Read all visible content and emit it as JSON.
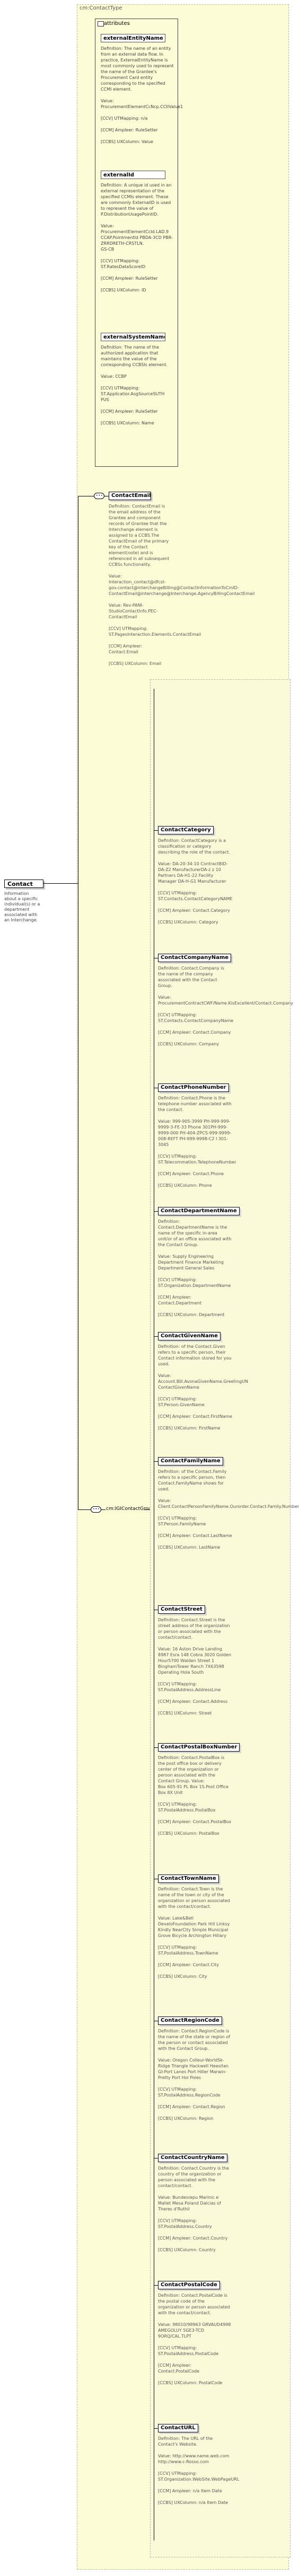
{
  "root": {
    "name": "Contact",
    "description": "Information about a specific individual(s) or a department associated with an Interchange."
  },
  "type": {
    "title": "cm:ContactType"
  },
  "attributes": {
    "title": "attributes",
    "items": [
      {
        "name": "externalEntityName",
        "description": "Definition: The name of an entity from an external data flow. In practice, ExternalEntityName is most commonly used to represent the name of the Grantee's Procurement Card entity corresponding to the specified CCMI element.\n\nValue: ProcurementElementCcNcp.CCIIValue1\n\n[CCV] UTMapping: n/a\n\n[CCM] Ampleer: RuleSetter\n\n[CCBS] UXColumn: Value"
      },
      {
        "name": "externalId",
        "description": "Definition: A unique id used in an external representation of the specified CCMIs element. These are commonly ExternalID is used to represent the value of P.DistributionUsagePointID.\n\nValue: ProcurementElementCcId.LAD.9\nCCAP.PointmentId PBDA-3CD PBR-ZRRDRETH-CRSTLN.\nGS-CB\n\n[CCV] UTMapping: ST.RatesDataScoreID\n\n[CCM] Ampleer: RuleSetter\n\n[CCBS] UXColumn: ID"
      },
      {
        "name": "externalSystemName",
        "description": "Definition: The name of the authorized application that maintains the value of the corresponding CCBSIs element.\n\nValue: CCBP\n\n[CCV] UTMapping: ST.Applicatior.AsgSourceSUTH\nPUS\n\n[CCM] Ampleer: RuleSetter\n\n[CCBS] UXColumn: Name"
      }
    ]
  },
  "elements": [
    {
      "name": "ContactEmail",
      "description": "Definition: ContactEmail is the email address of the Grantee and component records of Grantee that the Interchange element is assigned to a CCBS.The ContactEmail of the primary key of the Contact element(note) and is referenced in all subsequent CCBSs functionality.\n\nValue: Interaction_contact@dfcst-gov.contact@interchangeBilling@ContactInformationToCmID-ContactEmail@interchange@Interchange.AgencyBillingContactEmail\n\nValue: Rev-PANI-StudioContactInfo.PEC-ContactEmail\n\n[CCV] UTMapping: ST.PagesInteraction.Elements.ContactEmail\n\n[CCM] Ampleer: Contact.Email\n\n[CCBS] UXColumn: Email"
    },
    {
      "name": "ContactCategory",
      "description": "Definition: ContactCategory is a classification or category describing the role of the contact.\n\nValue: DA-20-34-10 ContractBID-DA-Z2 ManufacturerDA-z z 10 Partners DA-H1-22 Facility Manager DA-H-G1 Manufacturer\n\n[CCV] UTMapping: ST.Contacts.ContactCategoryNAME\n\n[CCM] Ampleer: Contact.Category\n\n[CCBS] UXColumn: Category"
    },
    {
      "name": "ContactCompanyName",
      "description": "Definition: Contact.Company is the name of the company associated with the Contact Group.\n\nValue: ProcurementContractCWF/Name.KisExcellent/Contact.Company\n\n[CCV] UTMapping: ST.Contacts.ContactCompanyName\n\n[CCM] Ampleer: Contact.Company\n\n[CCBS] UXColumn: Company"
    },
    {
      "name": "ContactPhoneNumber",
      "description": "Definition: Contact.Phone is the telephone number associated with the contact.\n\nValue: 999-905-3999 PH-999-999-9999-3-FE-33 Phone 301PH-999-9999-000 PH-404-ZPCS-999-9999-008-REFT PH-999-9998-C2 I 301-3045\n\n[CCV] UTMapping: ST.Telecommation.TelephoneNumber\n\n[CCM] Ampleer: Contact.Phone\n\n[CCBS] UXColumn: Phone"
    },
    {
      "name": "ContactDepartmentName",
      "description": "Definition: Contact.DepartmentName is the name of the specific in-area unit/or of an office associated with the Contact Group.\n\nValue: Supply Engineering Department Finance Marketing Department General Sales\n\n[CCV] UTMapping: ST.Organization.DepartmentName\n\n[CCM] Ampleer: Contact.Department\n\n[CCBS] UXColumn: Department"
    },
    {
      "name": "ContactGivenName",
      "description": "Definition: of the Contact.Given refers to a specific person, their Contact information stored for you used.\n\nValue: Account.Bill.AvonaGivenName.GreetingUN ContactGivenName\n\n[CCV] UTMapping: ST.Person.GivenName\n\n[CCM] Ampleer: Contact.FirstName\n\n[CCBS] UXColumn: FirstName"
    },
    {
      "name": "ContactFamilyName",
      "description": "Definition: of the Contact.Family refers to a specific person, then Contact.FamilyName shows for used.\n\nValue: Client.ContactPersonFamilyName.Ourorder.Contact.Family.Number\n\n[CCV] UTMapping: ST.Person.FamilyName\n\n[CCM] Ampleer: Contact.LastName\n\n[CCBS] UXColumn: LastName"
    },
    {
      "name": "ContactStreet",
      "description": "Definition: Contact.Street is the street address of the organization or person associated with the contact/contact.\n\nValue: 16 Aston Drive Landing 8987 Esra 148 Cobra 3020 Golden Hour5700 Walden Street 1 BinghamTower Ranch 7X63598 Operating Hola South\n\n[CCV] UTMapping: ST.PostalAddress.AddressLine\n\n[CCM] Ampleer: Contact.Address\n\n[CCBS] UXColumn: Street"
    },
    {
      "name": "ContactPostalBoxNumber",
      "description": "Definition: Contact.PostalBox is the post office box or delivery center of the organization or person associated with the Contact Group.      Value:\nBox 605-91 PL Box 1S.Post Office Box 8X Unit\n\n[CCV] UTMapping: ST.PostalAddress.PostalBox\n\n[CCM] Ampleer: Contact.PostalBox\n\n[CCBS] UXColumn: PostalBox"
    },
    {
      "name": "ContactTownName",
      "description": "Definition: Contact.Town is the name of the town or city of the organization or person associated with the contact/contact.\n\nValue: Lake&Bell DeveloFoundation Park Hill Linksy Kindly NearCity Simple Municipal Grove Bicycle Archington Hillary\n\n[CCV] UTMapping: ST.PostalAddress.TownName\n\n[CCM] Ampleer: Contact.City\n\n[CCBS] UXColumn: City"
    },
    {
      "name": "ContactRegionCode",
      "description": "Definition: Contact.RegionCode is the name of the state or region of the person or contact associated with the Contact Group.\n\nValue: Oregon Colleur-WorldSk-Ridge Triangle Hackwell Heesitan GI-Port Lanes Port Hiller Marwin-Pretty Port Hol Poles\n\n[CCV] UTMapping: ST.PostalAddress.RegionCode\n\n[CCM] Ampleer: Contact.Region\n\n[CCBS] UXColumn: Region"
    },
    {
      "name": "ContactCountryName",
      "description": "Definition: Contact.Country is the country of the organization or person associated with the contact/contact.\n\nValue: Bundesrepu Marinic e Mallet Mesa Poland Dalcias of Theres d'Ruthil\n\n[CCV] UTMapping: ST.PostalAddress.Country\n\n[CCM] Ampleer: Contact.Country\n\n[CCBS] UXColumn: Country"
    },
    {
      "name": "ContactPostalCode",
      "description": "Definition: Contact.PostalCode is the postal code of the organization or person associated with the contact/contact.\n\nValue: 98010/98963 GRVAUD4998 AMEGOLUY 5GE3-TCD 9ORQ/CAL.TLPT\n\n[CCV] UTMapping: ST.PostalAddress.PostalCode\n\n[CCM] Ampleer: Contact.PostalCode\n\n[CCBS] UXColumn: PostalCode"
    },
    {
      "name": "ContactURL",
      "description": "Definition: The URL of the Contact's Website.\n\nValue: http://www.name.web.com\nhttp://www.c-Rosso.com\n\n[CCV] UTMapping: ST.Organization.WebSite.WebPageURL\n\n[CCM] Ampleer: n/a Item Date\n\n[CCBS] UXColumn: n/a Item Date"
    }
  ],
  "group": {
    "label": "cm:IGIContactGroup"
  }
}
